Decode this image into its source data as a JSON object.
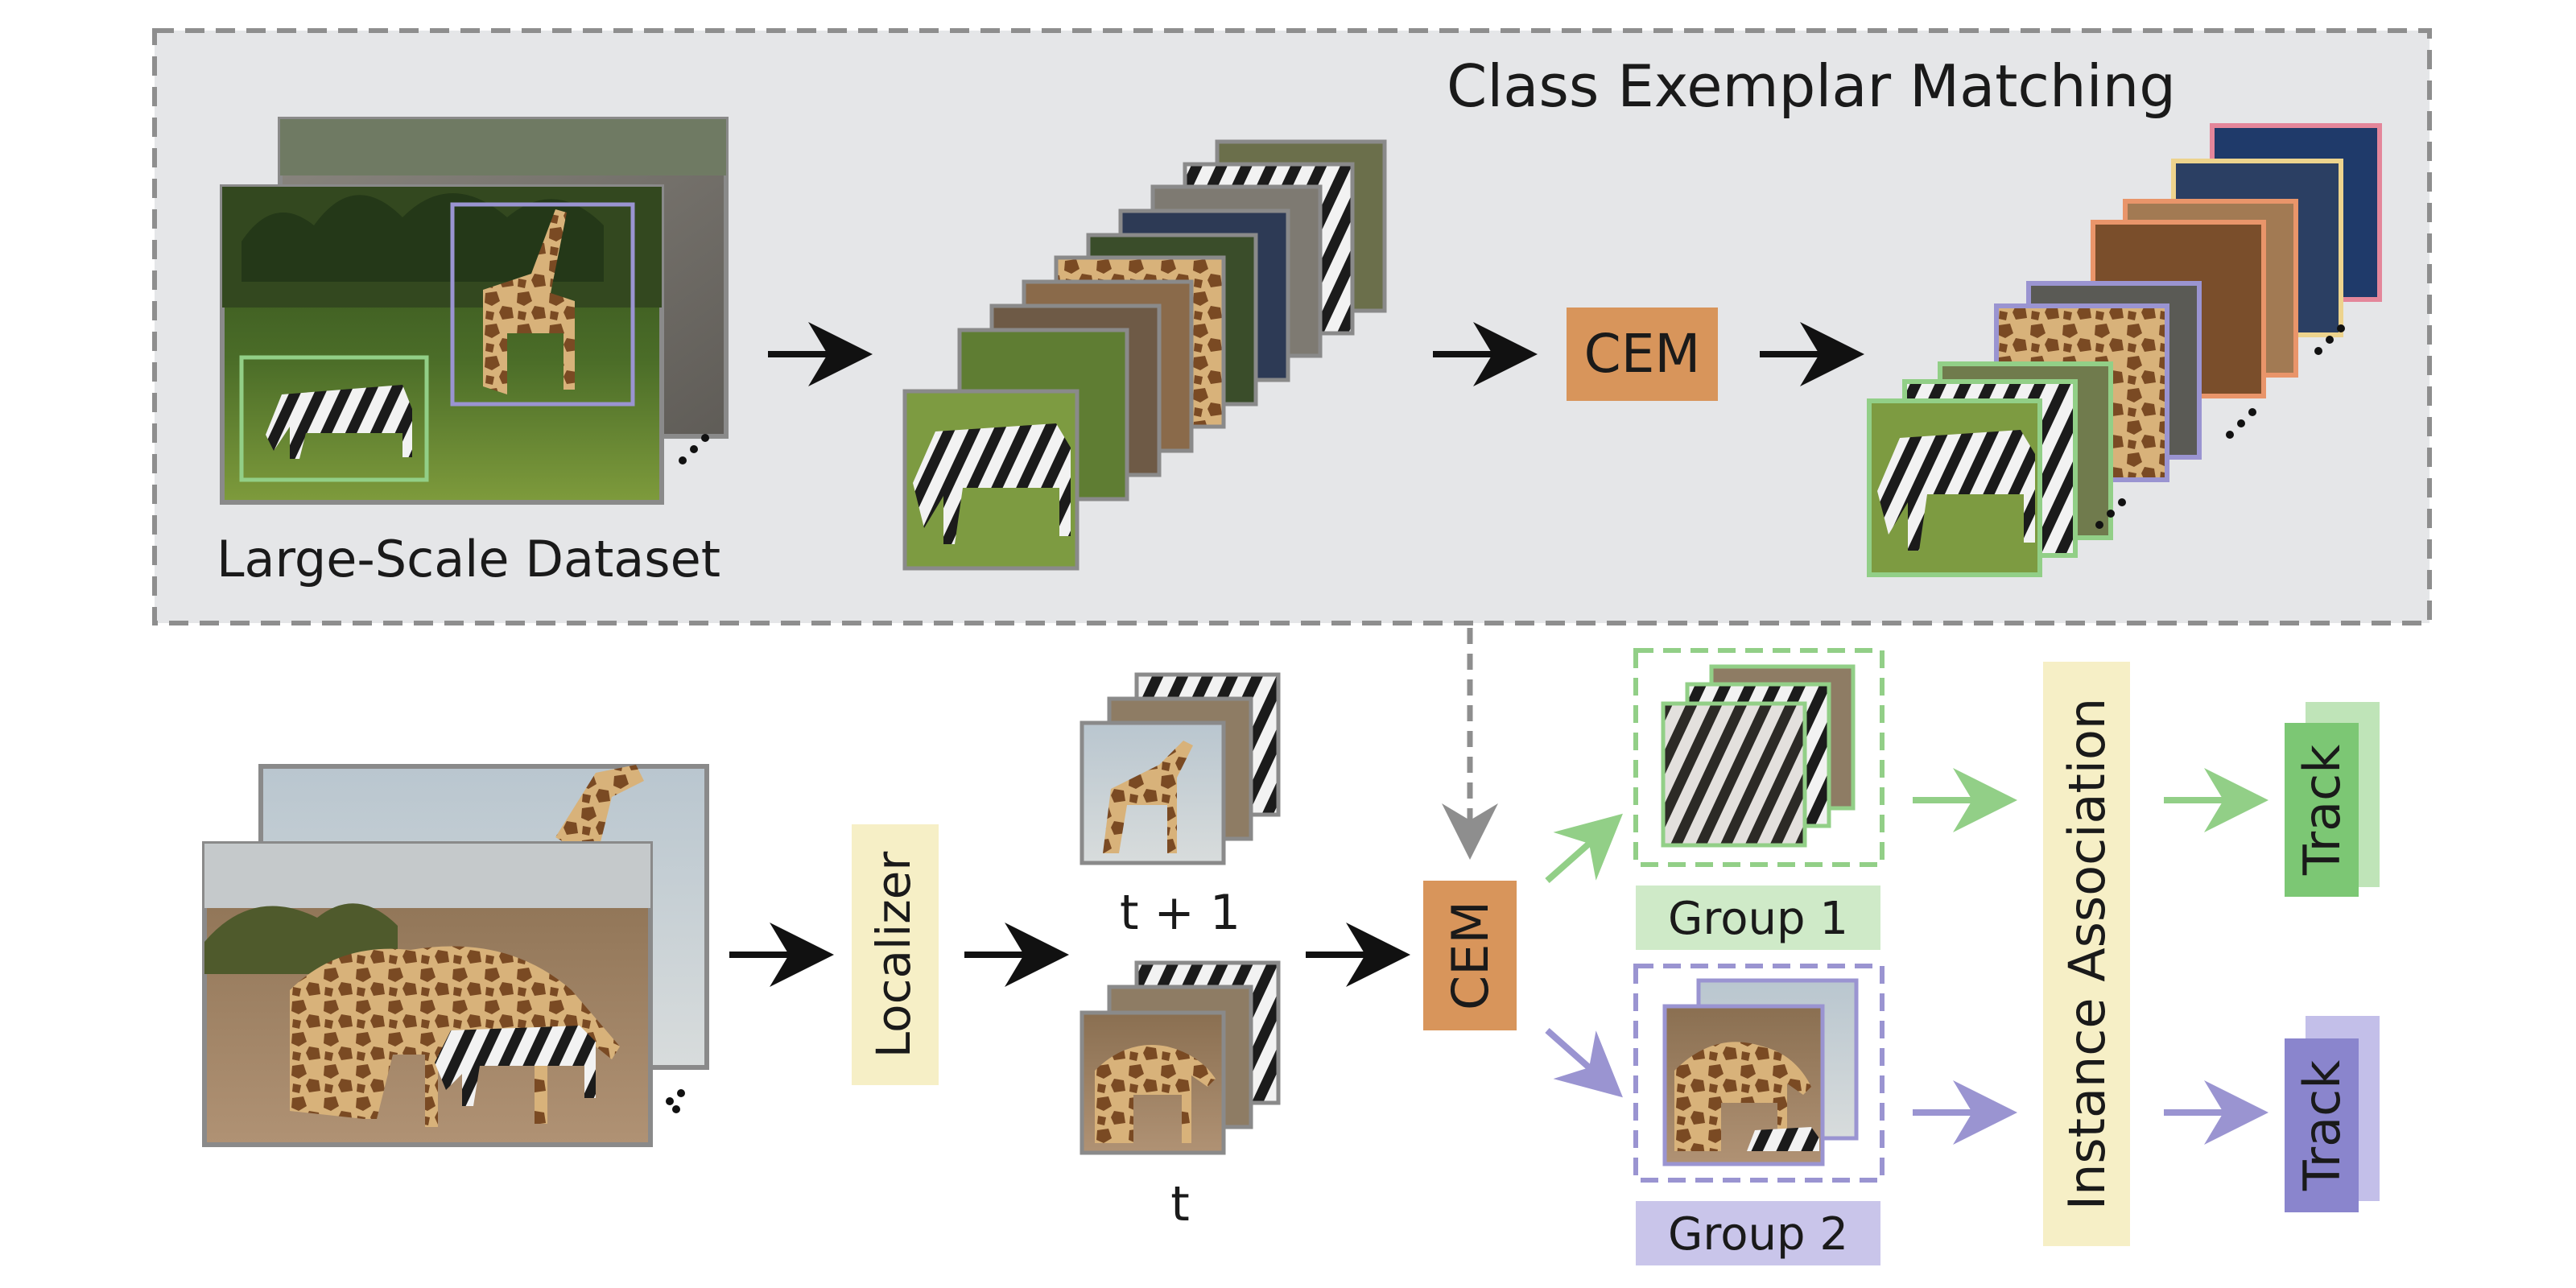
{
  "panel": {
    "title": "Class Exemplar Matching"
  },
  "dataset": {
    "label": "Large-Scale Dataset"
  },
  "modules": {
    "cem_top": "CEM",
    "cem_bottom": "CEM",
    "localizer": "Localizer",
    "instance_association": "Instance Association"
  },
  "frames": {
    "t_plus_1": "t + 1",
    "t": "t"
  },
  "groups": [
    {
      "label": "Group 1"
    },
    {
      "label": "Group 2"
    }
  ],
  "tracks": [
    {
      "label": "Track"
    },
    {
      "label": "Track"
    }
  ],
  "colors": {
    "panel_bg": "#e5e6e8",
    "dashed_gray": "#8e8e8e",
    "cem_orange": "#d8955b",
    "localizer_yellow": "#f6efc6",
    "group1_green": "#92cf87",
    "group1_bg": "#cfeac8",
    "group2_purple": "#9a94d1",
    "group2_bg": "#c9c5ea",
    "track_green_dark": "#7cc774",
    "track_green_light": "#bfe4b8",
    "track_purple_dark": "#8a85cd",
    "track_purple_light": "#c3bfe9"
  }
}
